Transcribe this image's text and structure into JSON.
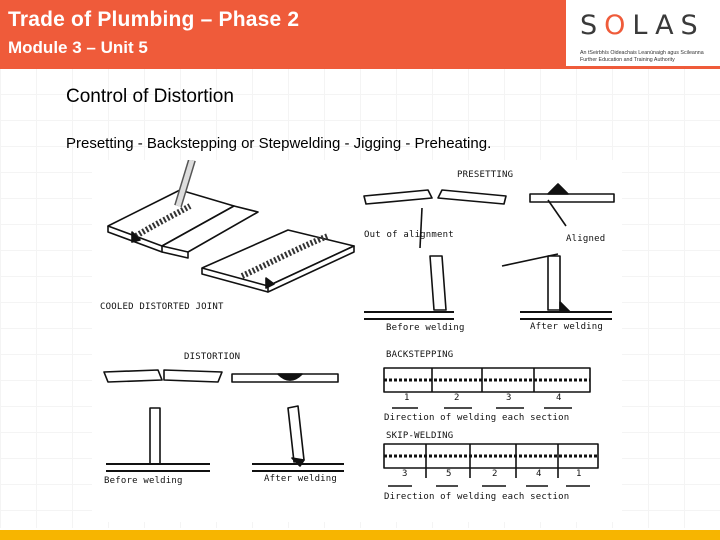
{
  "header": {
    "title": "Trade of Plumbing – Phase 2",
    "subtitle": "Module 3 – Unit 5",
    "accent_color": "#ef5b3a"
  },
  "logo": {
    "word_s": "S",
    "word_o": "O",
    "word_rest": "LAS",
    "tagline_1": "An tSeirbhís Oideachais Leanúnaigh agus Scileanna",
    "tagline_2": "Further Education and Training Authority"
  },
  "slide": {
    "title": "Control of Distortion",
    "subtitle": "Presetting - Backstepping or Stepwelding - Jigging - Preheating."
  },
  "figure": {
    "presetting": "PRESETTING",
    "out_of_alignment": "Out of alignment",
    "aligned": "Aligned",
    "before_welding_top": "Before welding",
    "after_welding_top": "After welding",
    "cooled_distorted_joint": "COOLED DISTORTED JOINT",
    "distortion": "DISTORTION",
    "before_welding_bottom": "Before welding",
    "after_welding_bottom": "After welding",
    "backstepping": "BACKSTEPPING",
    "backstep_sequence": [
      "1",
      "2",
      "3",
      "4"
    ],
    "direction_1": "Direction of welding each section",
    "skip_welding": "SKIP-WELDING",
    "skip_sequence": [
      "3",
      "5",
      "2",
      "4",
      "1"
    ],
    "direction_2": "Direction of welding each section"
  },
  "footer": {
    "color": "#f7b500"
  }
}
